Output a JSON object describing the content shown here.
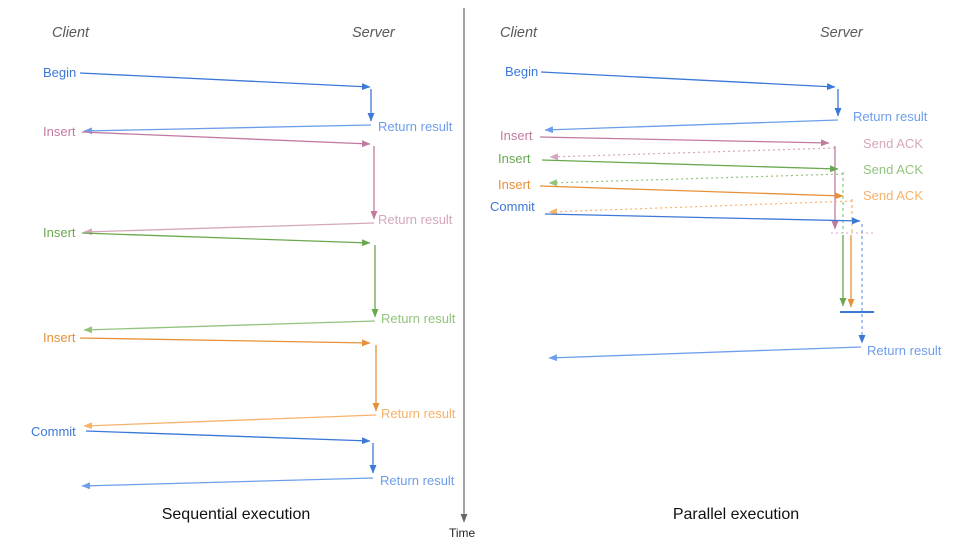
{
  "diagram": {
    "left_panel": {
      "client_header": "Client",
      "server_header": "Server",
      "title": "Sequential execution",
      "messages": [
        {
          "request": "Begin",
          "response": "Return result"
        },
        {
          "request": "Insert",
          "response": "Return result"
        },
        {
          "request": "Insert",
          "response": "Return result"
        },
        {
          "request": "Insert",
          "response": "Return result"
        },
        {
          "request": "Commit",
          "response": "Return result"
        }
      ]
    },
    "right_panel": {
      "client_header": "Client",
      "server_header": "Server",
      "title": "Parallel execution",
      "messages": [
        {
          "request": "Begin",
          "response": "Return result"
        },
        {
          "request": "Insert",
          "response": "Send ACK"
        },
        {
          "request": "Insert",
          "response": "Send ACK"
        },
        {
          "request": "Insert",
          "response": "Send ACK"
        },
        {
          "request": "Commit",
          "response": "Return result"
        }
      ]
    },
    "time_axis_label": "Time",
    "colors": {
      "blue": "#3c78d8",
      "blue_light": "#6d9eeb",
      "pink": "#c27ba0",
      "pink_light": "#d5a6bd",
      "green": "#6aa84f",
      "green_light": "#93c47d",
      "orange": "#e69138",
      "orange_light": "#f6b26b",
      "axis_gray": "#666666"
    }
  }
}
